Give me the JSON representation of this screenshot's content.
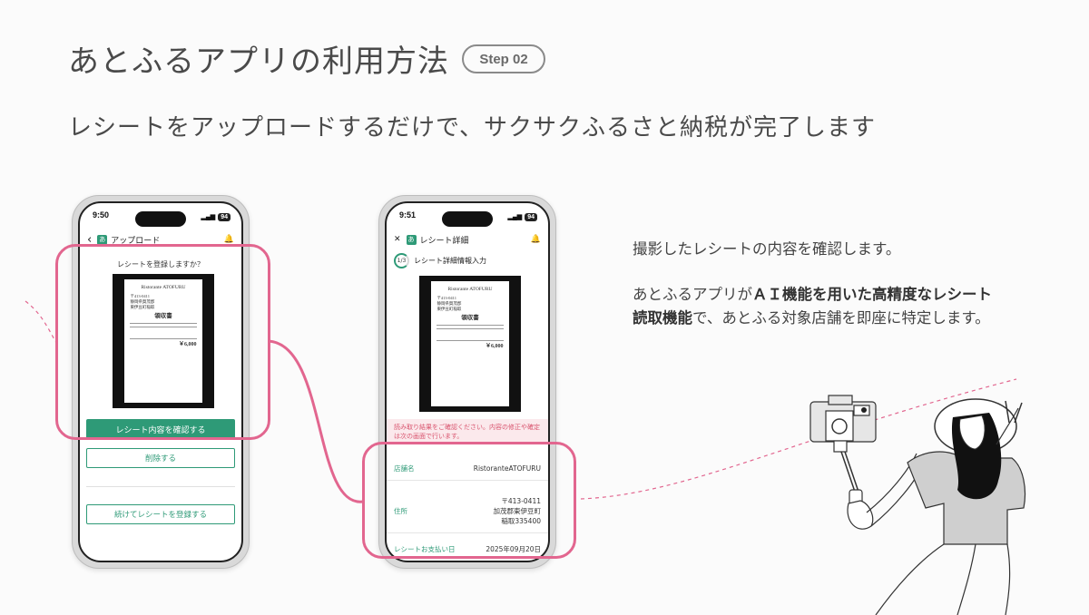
{
  "header": {
    "title": "あとふるアプリの利用方法",
    "step": "Step 02",
    "subtitle": "レシートをアップロードするだけで、サクサクふるさと納税が完了します"
  },
  "description": {
    "p1": "撮影したレシートの内容を確認します。",
    "p2_a": "あとふるアプリが",
    "p2_bold": "ＡＩ機能を用いた高精度なレシート読取機能",
    "p2_b": "で、あとふる対象店舗を即座に特定します。"
  },
  "phone1": {
    "time": "9:50",
    "signal": "▂▄▆",
    "battery": "94",
    "back": "‹",
    "logo": "あ",
    "bell": "🔔",
    "title": "アップロード",
    "question": "レシートを登録しますか？",
    "receipt": {
      "store": "Ristorante ATOFURU",
      "lines": [
        "〒413-0411",
        "静岡県賀茂郡",
        "東伊豆町稲取"
      ],
      "heading": "領収書",
      "amount": "￥6,000"
    },
    "confirm_button": "レシート内容を確認する",
    "delete_button": "削除する",
    "continue_button": "続けてレシートを登録する"
  },
  "phone2": {
    "time": "9:51",
    "signal": "▂▄▆",
    "battery": "94",
    "close": "✕",
    "logo": "あ",
    "bell": "🔔",
    "title": "レシート詳細",
    "step_indicator": "1/3",
    "section_title": "レシート詳細情報入力",
    "receipt": {
      "store": "Ristorante ATOFURU",
      "lines": [
        "〒413-0411",
        "静岡県賀茂郡",
        "東伊豆町稲取"
      ],
      "heading": "領収書",
      "amount": "￥6,000"
    },
    "warning": "読み取り結果をご確認ください。内容の修正や確定は次の画面で行います。",
    "fields": {
      "store_label": "店舗名",
      "store_value": "RistoranteATOFURU",
      "address_label": "住所",
      "address_line1": "〒413-0411",
      "address_line2": "加茂郡東伊豆町",
      "address_line3": "稲取335400",
      "date_label": "レシートお支払い日",
      "date_value": "2025年09月20日"
    }
  },
  "colors": {
    "accent": "#2e9a77",
    "highlight": "#e2668f"
  }
}
